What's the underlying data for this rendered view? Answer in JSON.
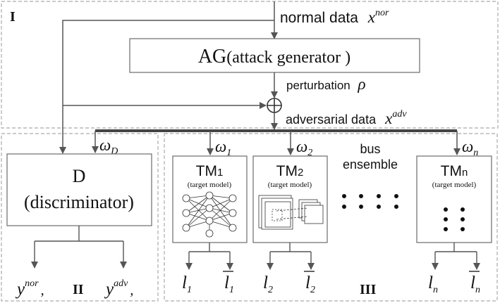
{
  "regions": {
    "region_1": "I",
    "region_2": "II",
    "region_3": "III"
  },
  "input": {
    "label": "normal data",
    "symbol": "x",
    "superscript": "nor"
  },
  "attack_generator": {
    "title": "AG",
    "subtitle": "(attack generator )"
  },
  "perturbation": {
    "label": "perturbation",
    "symbol": "ρ"
  },
  "adversarial": {
    "label": "adversarial data",
    "symbol": "x",
    "superscript": "adv"
  },
  "discriminator": {
    "title": "D",
    "subtitle": "(discriminator)",
    "weight_symbol": "ω",
    "weight_sub": "D",
    "output_nor_symbol": "y",
    "output_nor_sup": "nor",
    "output_adv_symbol": "y",
    "output_adv_sup": "adv",
    "separator": ","
  },
  "bus": {
    "line1": "bus",
    "line2": "ensemble"
  },
  "target_models": [
    {
      "name": "TM",
      "index": "1",
      "subtitle": "(target model)",
      "weight_symbol": "ω",
      "weight_sub": "1",
      "output_symbol": "l",
      "output_sub": "1"
    },
    {
      "name": "TM",
      "index": "2",
      "subtitle": "(target model)",
      "weight_symbol": "ω",
      "weight_sub": "2",
      "output_symbol": "l",
      "output_sub": "2"
    },
    {
      "name": "TM",
      "index": "n",
      "subtitle": "(target model)",
      "weight_symbol": "ω",
      "weight_sub": "n",
      "output_symbol": "l",
      "output_sub": "n"
    }
  ],
  "xor_symbol": "⊕",
  "colors": {
    "line": "#555555",
    "box": "#777777",
    "dashed": "#aaaaaa",
    "text": "#111111"
  }
}
